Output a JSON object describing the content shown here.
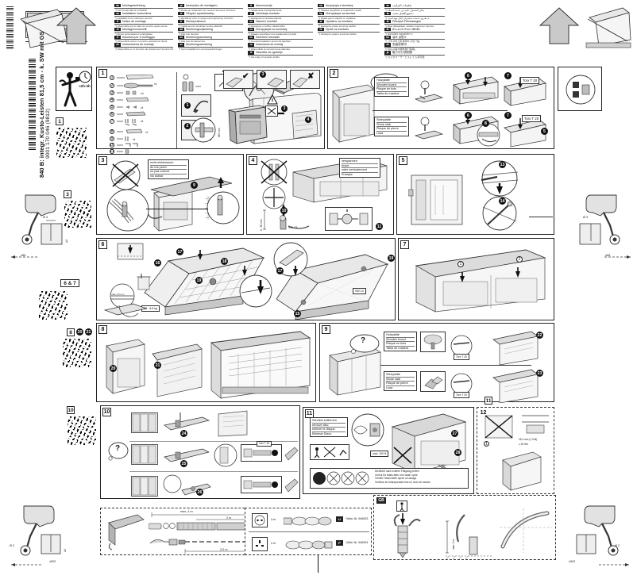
{
  "document": {
    "type": "appliance-installation-instructions",
    "model_label": "840 B: integr. Kusto-Leisten 81,5 cm - k. SW mit GS",
    "doc_number": "9001 170 046 (9812)",
    "sheet_size": "802 x 735"
  },
  "languages": {
    "column1": [
      {
        "code": "de",
        "title": "Montageanleitung",
        "sub": "*) bei Kundendienst erhältlich"
      },
      {
        "code": "en",
        "title": "Installation instructions",
        "sub": "*) Available from customer service"
      },
      {
        "code": "fr",
        "title": "Notice de montage",
        "sub": "*) Disponible par le biais du service après-vente"
      },
      {
        "code": "nl",
        "title": "Montagevoorschrift",
        "sub": "*) Bij de servicedienst verkrijgbaar"
      },
      {
        "code": "it",
        "title": "Istruzioni per il montaggio",
        "sub": "*) Disponibili presso il servizio assistenza clienti"
      },
      {
        "code": "es",
        "title": "Instrucciones de montaje",
        "sub": "*) Disponible en el Servicio de Asistencia Técnica Oficial de la marca"
      }
    ],
    "column2": [
      {
        "code": "pt",
        "title": "Instruções de montagem",
        "sub": "*) Pode ser adquirido nos nossos Serviços Técnicos"
      },
      {
        "code": "el",
        "title": "Οδηγίες εγκατάστασης",
        "sub": "*) Διατίθεται από το τμήμα εξυπηρέτησης πελατών"
      },
      {
        "code": "tr",
        "title": "Montaj kılavuzu",
        "sub": "*) Yetkili servis üzerinden temin edilebilir"
      },
      {
        "code": "da",
        "title": "Monteringsvejledning",
        "sub": "*) Fås hos Service"
      },
      {
        "code": "no",
        "title": "Monteringsanvisning",
        "sub": "*) Fås hos kundeservice"
      },
      {
        "code": "sv",
        "title": "Monteringsanvisning",
        "sub": "*) Kan beställas hos serviceavdelningen"
      }
    ],
    "column3": [
      {
        "code": "fi",
        "title": "Asennusohje",
        "sub": "*) Saatavissa huoltopalvelusta"
      },
      {
        "code": "pl",
        "title": "Instrukcja montażu",
        "sub": "*) Dostępna w serwisie klienta"
      },
      {
        "code": "cs",
        "title": "Návod k montáži",
        "sub": "*) Dostupné u služby zákazníkům"
      },
      {
        "code": "ru",
        "title": "Инструкция по монтажу",
        "sub": "*) Можно приобрести в сервисной службе"
      },
      {
        "code": "hu",
        "title": "Szerelési útmutató",
        "sub": "*) A vevőszolgálaton keresztül kapható"
      },
      {
        "code": "ro",
        "title": "Instrucțiuni de montaj",
        "sub": "*) Disponibile la serviciul post-vânzare"
      },
      {
        "code": "sl",
        "title": "Navodila za vgradnjo",
        "sub": "*) Na voljo pri servisni službi"
      }
    ],
    "column4": [
      {
        "code": "uk",
        "title": "Інструкція з монтажу",
        "sub": "*) Можна придбати в сервісній службі"
      },
      {
        "code": "bg",
        "title": "Инструкция за монтаж",
        "sub": "*) Може да се закупи от сервиза"
      },
      {
        "code": "sr",
        "title": "Uputstvo za montažu",
        "sub": "*) Dostupno preko servisne službe"
      },
      {
        "code": "hr",
        "title": "Upute za montažu",
        "sub": "*) Dostupno putem servisne službe"
      }
    ],
    "column5": [
      {
        "code": "ar",
        "title": "تعليمات التركيب",
        "sub": "*) يمكن الحصول عليه من خدمة العملاء"
      },
      {
        "code": "fa",
        "title": "دستورالعمل نصب",
        "sub": "*) از طریق خدمات مشتریان قابل تهیه است"
      },
      {
        "code": "id",
        "title": "Petunjuk Pemasangan",
        "sub": "*) Bisa didapatkan melalui Customer Service"
      },
      {
        "code": "th",
        "title": "คำแนะนำในการติดตั้ง",
        "sub": "*) ขอรับได้จากศูนย์บริการ"
      },
      {
        "code": "ko",
        "title": "설치 설명서",
        "sub": "*) 고객 서비스를 통해서 구입 가능"
      },
      {
        "code": "zh",
        "title": "安装说明书",
        "sub": "*) 可以从客户服务部门获取。"
      },
      {
        "code": "ja",
        "title": "取り付け説明書",
        "sub": "*) カスタマーサービスにて入手可能"
      }
    ]
  },
  "panels": {
    "p1": {
      "number": "1",
      "time_note": "≈2h-3h",
      "parts": [
        {
          "no": "1",
          "qty": "x1"
        },
        {
          "no": "2",
          "qty": "x1"
        },
        {
          "no": "3",
          "qty": "x1"
        },
        {
          "no": "4",
          "qty": "x2"
        },
        {
          "no": "5",
          "qty": "x4"
        },
        {
          "no": "6",
          "qty": "x4"
        },
        {
          "no": "7",
          "qty": "x4"
        },
        {
          "no": "8",
          "qty": "x2"
        },
        {
          "no": "9",
          "qty": "x4"
        },
        {
          "no": "10",
          "qty": "x1"
        },
        {
          "no": "11",
          "qty": "x1"
        }
      ],
      "check_ok": "✔",
      "check_no": "✘",
      "steps": [
        "1",
        "2",
        "3",
        "4"
      ]
    },
    "p2": {
      "number": "2",
      "question": "?",
      "variant_wood": [
        "Holzplatte",
        "Wooden board",
        "Plaque en bois",
        "Tabla de madera"
      ],
      "variant_stone": [
        "Steinplatte",
        "Stone slab",
        "Plaque de pierre",
        "Losa"
      ],
      "tool_top": "Torx T 20",
      "tool_bottom": "Torx T 20",
      "callouts": [
        "5",
        "6",
        "7",
        "8"
      ]
    },
    "p3": {
      "number": "3",
      "warning": [
        "nicht einklemmen",
        "do not pinch",
        "ne pas coincer",
        "No doblar"
      ],
      "callouts": [
        "9"
      ]
    },
    "p4": {
      "number": "4",
      "note": [
        "verspannen",
        "brace",
        "caler verticalement",
        "Ensayar"
      ],
      "tool": "SW 13",
      "dim": "0 - 60 mm",
      "callouts": [
        "10",
        "11"
      ]
    },
    "p5": {
      "number": "5",
      "callouts": [
        "13",
        "14"
      ]
    },
    "p6": {
      "number": "6",
      "weight_note": "23 - 8,5 kg",
      "thickness_note": "max 1,5 mm",
      "tool": "SW 13",
      "callouts": [
        "15",
        "16",
        "17",
        "18",
        "19"
      ]
    },
    "p7": {
      "number": "7",
      "callouts": [
        "1",
        "2"
      ]
    },
    "p8": {
      "number": "8",
      "callouts": [
        "20",
        "21"
      ]
    },
    "p9": {
      "number": "9",
      "question": "?",
      "variant_wood": [
        "Holzplatte",
        "Wooden board",
        "Plaque en bois",
        "Tabla de madera"
      ],
      "variant_stone": [
        "Steinplatte",
        "Stone slab",
        "Plaque de pierre",
        "Losa"
      ],
      "tool_top": "Torx T 20",
      "tool_bottom": "Torx T 20",
      "callouts": [
        "22",
        "23"
      ]
    },
    "p10": {
      "number": "10",
      "question": "?",
      "tool": "Torx T 20",
      "callouts": [
        "24",
        "25",
        "26"
      ]
    },
    "p11": {
      "number": "11",
      "remove_disc": [
        "Scheibe entfernen",
        "remove disc",
        "enlever le disque",
        "Eliminar Disco"
      ],
      "max_dim": "max. 100 N",
      "check_note": [
        "Dichtheit nach erstem Füllgang prüfen",
        "Check for leaks after one wash cycle",
        "Vérifier l'étanchéité après un lavage",
        "Verificar la estanqueidad tras un ciclo de lavado"
      ],
      "callouts": [
        "27",
        "28",
        "29"
      ]
    },
    "p12": {
      "number": "12",
      "dims": [
        "25,4 mm (1 Zoll)",
        "≥ 30 Nm"
      ],
      "callouts": [
        "1"
      ]
    }
  },
  "bottom_strip": {
    "hose_kit": {
      "dim_total": "max. 4 m",
      "dim_segment": "2 m",
      "dim_lower": "2,0 m",
      "mat_label_vertical": "*)Mat.-Nr. 268000"
    },
    "plug_variants": [
      {
        "socket": "schuko",
        "length": "3 m",
        "mat_no": "*)Mat.-Nr. 646533",
        "code": "U"
      },
      {
        "socket": "uk",
        "length": "3 m",
        "mat_no": "*)Mat.-Nr. 646524",
        "code": "P"
      }
    ],
    "gb_panel": {
      "code": "GB",
      "dim": "max. 1 m"
    }
  },
  "corners": {
    "top_left": {
      "drill": "Ø 3",
      "depth": "≥2",
      "spacing": "≥88"
    },
    "top_right": {
      "drill": "Ø 3",
      "depth": "≥2",
      "spacing": "≥88"
    },
    "mid_left": {
      "drill": "Ø 3",
      "depth": "≥2",
      "spacing": "≥88",
      "tag": "3"
    },
    "mid_right": {
      "drill": "Ø 3",
      "depth": "≥2",
      "spacing": "≥88"
    },
    "bottom_left": {
      "drill": "Ø 2",
      "depth": "≥2",
      "spacing": "≥502"
    },
    "bottom_right": {
      "drill": "Ø 2",
      "depth": "≥2",
      "spacing": "≥502"
    }
  },
  "qr_tags": [
    "1",
    "3",
    "6 & 7",
    "8",
    "9",
    "10",
    "11"
  ],
  "colors": {
    "ink": "#1a1a1a",
    "line": "#333333",
    "fill_light": "#f2f2f2",
    "fill_mid": "#dcdcdc",
    "fill_dark": "#b8b8b8",
    "accent_black": "#111111"
  }
}
